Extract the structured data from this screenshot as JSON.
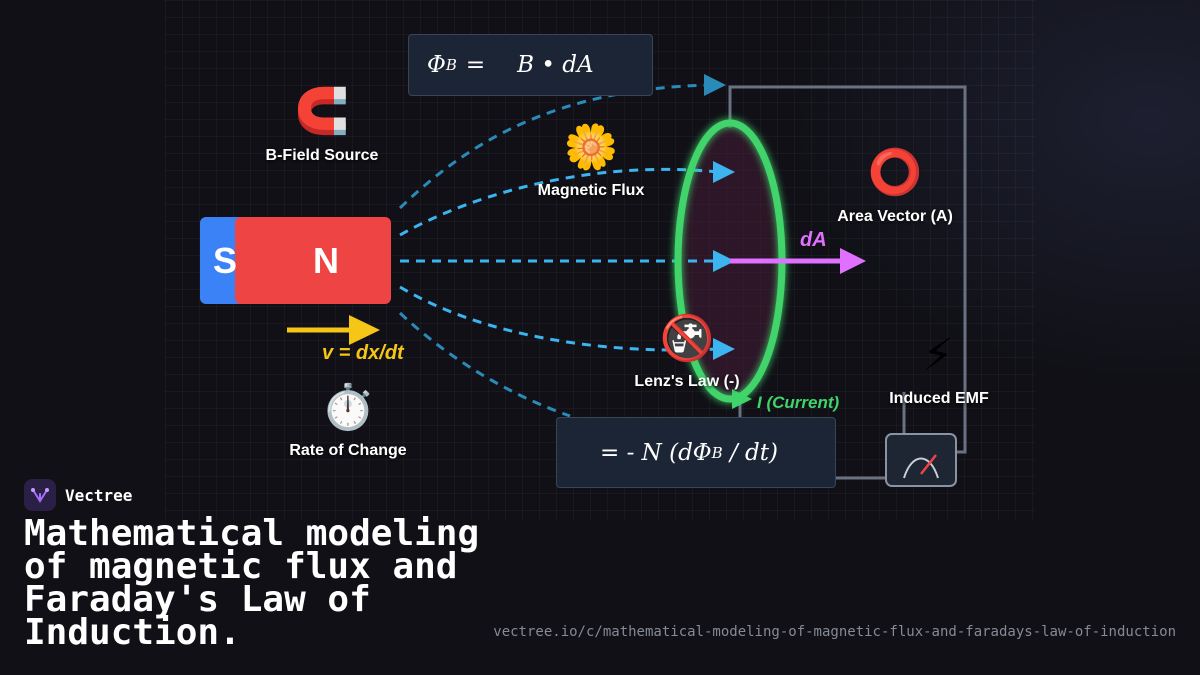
{
  "formulas": {
    "flux_lhs": "Φ",
    "flux_sub": "B",
    "flux_eq": "=",
    "flux_rhs": "B • dA",
    "emf_prefix": "= - N (dΦ",
    "emf_sub": "B",
    "emf_suffix": " / dt)"
  },
  "magnet": {
    "south": "S",
    "north": "N"
  },
  "labels": {
    "b_field_source": "B-Field Source",
    "magnetic_flux": "Magnetic Flux",
    "area_vector": "Area Vector (A)",
    "lenz_law": "Lenz's Law (-)",
    "induced_emf": "Induced EMF",
    "rate_of_change": "Rate of Change",
    "velocity": "v = dx/dt",
    "dA": "dA",
    "current": "I (Current)"
  },
  "icons": {
    "magnet": "🧲",
    "flower": "🌼",
    "circle": "⭕",
    "no_drinking": "🚱",
    "lightning": "⚡",
    "stopwatch": "⏱️"
  },
  "brand": {
    "name": "Vectree"
  },
  "title": "Mathematical modeling of magnetic flux and Faraday's Law of Induction.",
  "url": "vectree.io/c/mathematical-modeling-of-magnetic-flux-and-faradays-law-of-induction",
  "colors": {
    "field_line": "#3cb4f0",
    "field_line_outer": "#2a8ab8",
    "coil": "#3fd46a",
    "area_vector": "#e070ff",
    "velocity": "#f5c518",
    "north": "#ef4444",
    "south": "#3b82f6",
    "circuit": "#6a7282"
  }
}
